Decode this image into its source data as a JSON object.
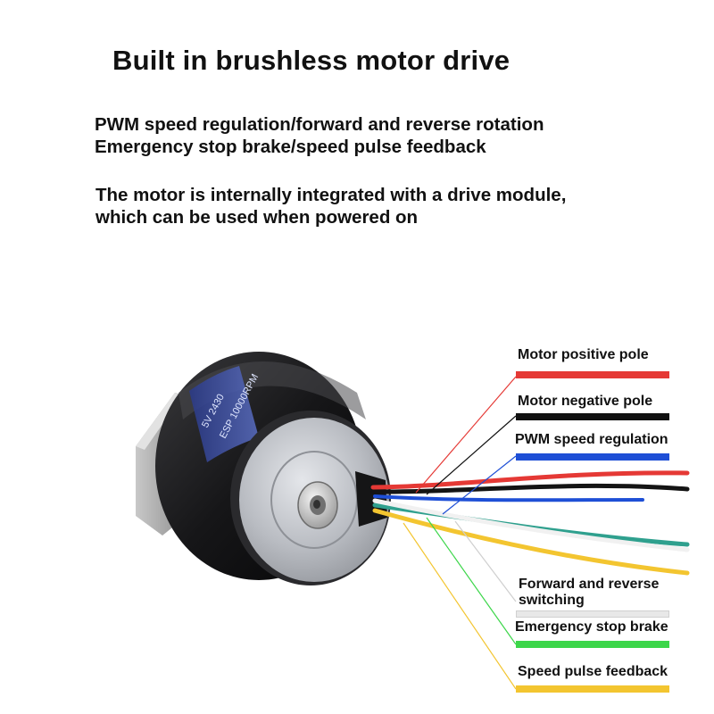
{
  "header": {
    "title": "Built in brushless motor drive",
    "spec_line1": "PWM speed regulation/forward and reverse rotation",
    "spec_line2": "Emergency stop brake/speed pulse feedback",
    "desc_line1": "The motor is internally integrated with a drive module,",
    "desc_line2": "which can be used when powered on"
  },
  "motor": {
    "label_line1": "5V 2430",
    "label_line2": "ESP 10000RPM"
  },
  "wires": [
    {
      "label": "Motor positive pole",
      "color": "#e53935"
    },
    {
      "label": "Motor negative pole",
      "color": "#111111"
    },
    {
      "label": "PWM speed regulation",
      "color": "#1e4fd6"
    },
    {
      "label": "Forward and reverse",
      "label2": "switching",
      "color": "#e8e8e8"
    },
    {
      "label": "Emergency stop brake",
      "color": "#3cd64a"
    },
    {
      "label": "Speed pulse feedback",
      "color": "#f3c530"
    }
  ]
}
